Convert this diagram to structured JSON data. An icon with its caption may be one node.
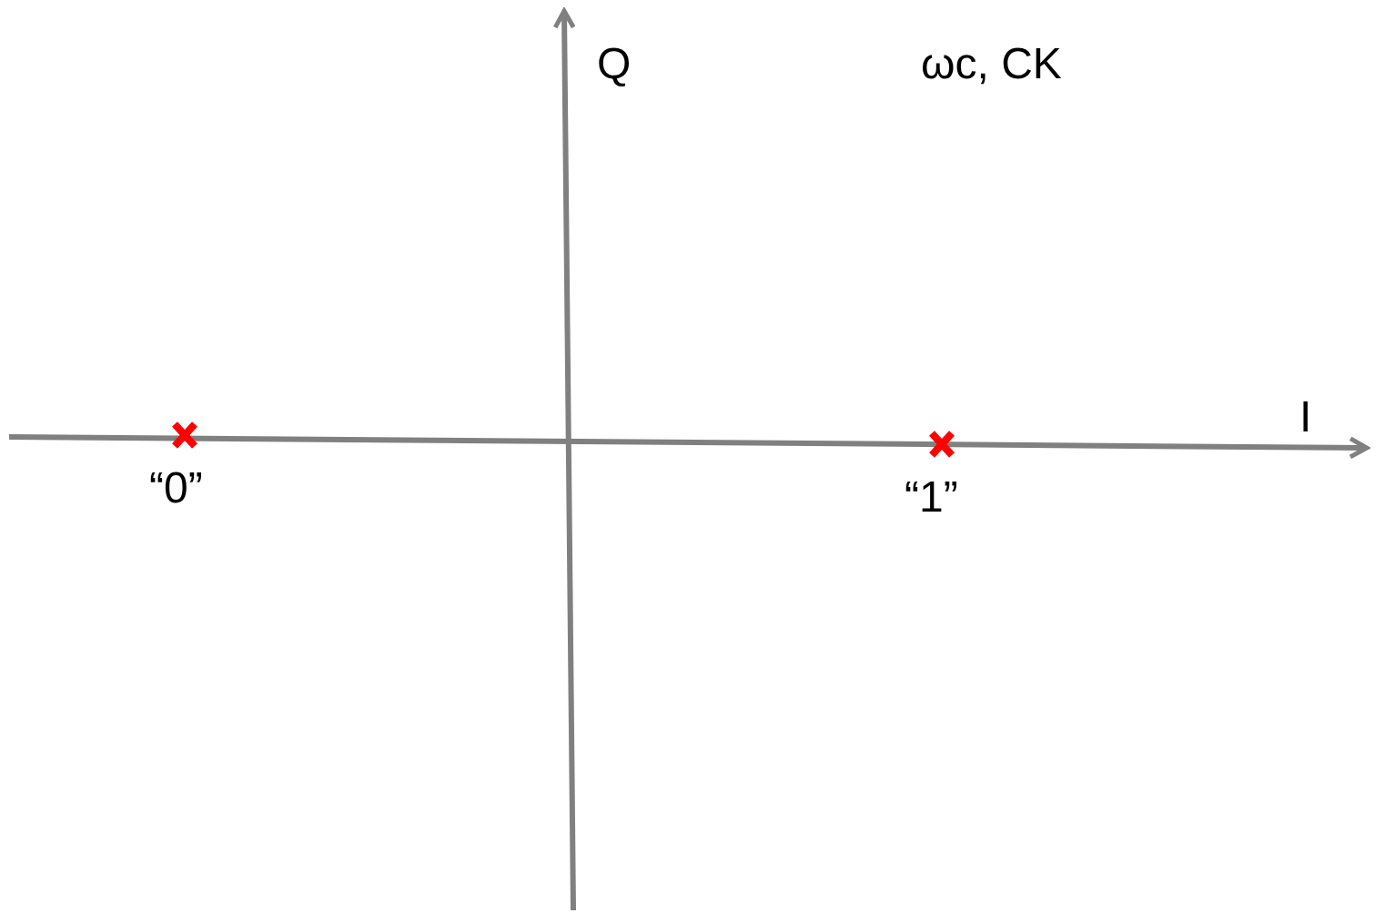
{
  "diagram": {
    "labels": [
      "Q",
      "ωc, CK",
      "I",
      "“0”",
      "“1”"
    ]
  }
}
